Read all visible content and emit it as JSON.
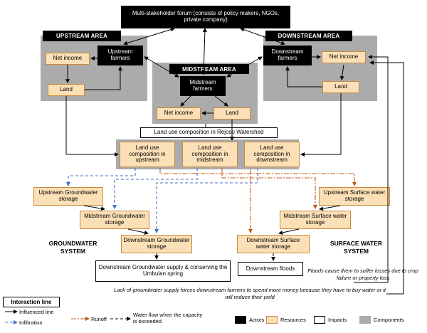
{
  "forum": {
    "label": "Multi-stakeholder forum (consists of policy makers, NGOs, private company)"
  },
  "areas": {
    "upstream": {
      "header": "UPSTREAM AREA",
      "farmers": "Upstream farmers",
      "net_income": "Net income",
      "land": "Land"
    },
    "midstream": {
      "header": "MIDSTREAM AREA",
      "farmers": "Midstream farmers",
      "net_income": "Net income",
      "land": "Land"
    },
    "downstream": {
      "header": "DOWNSTREAM AREA",
      "farmers": "Downstream farmers",
      "net_income": "Net income",
      "land": "Land"
    }
  },
  "land_use": {
    "watershed_title": "Land use composition in Rejoso Watershed",
    "upstream": "Land use composition in upstream",
    "midstream": "Land use composition in midstream",
    "downstream": "Land use composition in downstream"
  },
  "groundwater_system": {
    "label": "GROUNDWATER SYSTEM",
    "upstream_storage": "Upstream Groundwater storage",
    "midstream_storage": "Midstream Groundwater storage",
    "downstream_storage": "Downstream Groundwater storage",
    "supply_impact": "Downstream Groundwater supply & conserving the Umbulan spring"
  },
  "surface_water_system": {
    "label": "SURFACE WATER SYSTEM",
    "upstream_storage": "Upstream Surface water storage",
    "midstream_storage": "Midstream Surface water storage",
    "downstream_storage": "Downstream Surface water storage",
    "floods_impact": "Downstream floods"
  },
  "notes": {
    "floods": "Floods cause them to suffer losses due to crop failure or property loss",
    "groundwater": "Lack of groundwater supply forces downstream farmers to spend more money because they have to buy water or it will reduce their yield"
  },
  "legend": {
    "title": "Interaction line",
    "influenced_line": "Influenced line",
    "infiltration": "Infiltration",
    "runoff": "Runoff",
    "water_flow": "Water flow when the capacity is exceeded",
    "actors": "Actors",
    "resources": "Resources",
    "impacts": "Impacts",
    "components": "Components"
  },
  "colors": {
    "resource_fill": "#FBDFB6",
    "resource_border": "#C98A3D",
    "component_gray": "#ABABAB",
    "actor_fill": "#000000",
    "infiltration_blue": "#4472C4",
    "runoff_orange": "#C55A11"
  }
}
